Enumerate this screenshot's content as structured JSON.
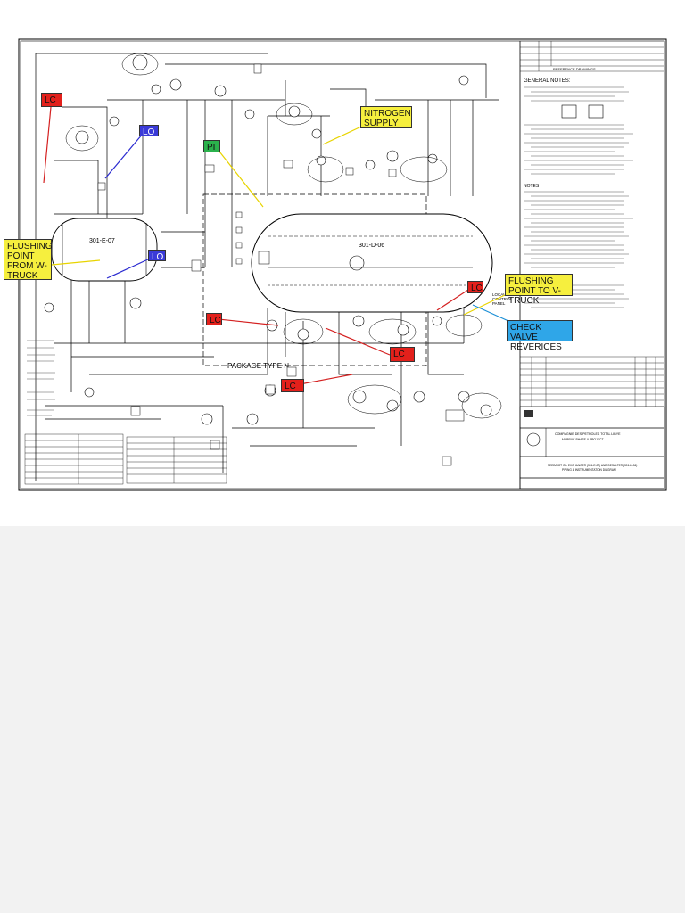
{
  "equipment": {
    "exchanger_tag": "301-E-07",
    "separator_tag": "301-D-06",
    "package_label": "PACKAGE TYPE N"
  },
  "callouts": {
    "lc_top_left": "LC",
    "lo_upper": "LO",
    "lo_lower": "LO",
    "pi": "PI",
    "nitrogen_supply": "NITROGEN SUPPLY",
    "flushing_point_w_truck": "FLUSHING POINT FROM W-TRUCK",
    "flushing_point_v_truck": "FLUSHING POINT TO V-TRUCK",
    "lc_mid_left": "LC",
    "lc_mid_right": "LC",
    "lc_right": "LC",
    "lc_bottom": "LC",
    "check_valve": "CHECK VALVE REVERICES"
  },
  "notes_panel": {
    "reference_drawings": "REFERENCE DRAWINGS",
    "general_notes": "GENERAL NOTES:",
    "notes_heading": "NOTES",
    "local_control_panel": "LOCAL CONTROL PANEL"
  },
  "title_block": {
    "company": "COMPAGNIE DES PETROLES TOTAL LIBYE",
    "project": "MABRUK PHASE II PROJECT",
    "title_line": "FEED/HOT OIL EXCHANGER (301-E-07) AND DESALTER (301-D-06)",
    "subtitle": "PIPING & INSTRUMENTATION DIAGRAM"
  },
  "colors": {
    "yellow": "#f6ef3e",
    "red": "#e3201b",
    "blue": "#3a3ad8",
    "green": "#2bb24c",
    "cyan": "#2fa6e8",
    "arrow_red": "#d42020",
    "arrow_blue": "#2a2ad0",
    "arrow_yellow": "#e8d400",
    "arrow_cyan": "#1c8fd6"
  }
}
